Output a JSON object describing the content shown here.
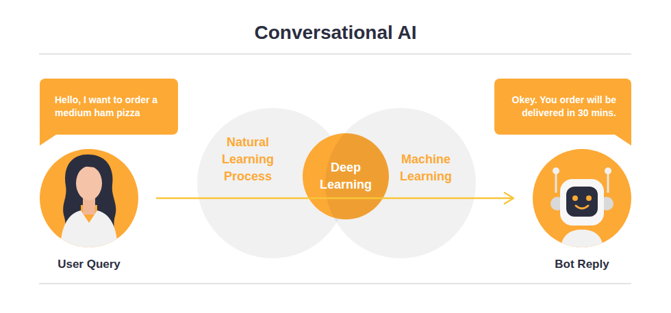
{
  "diagram": {
    "title": "Conversational AI",
    "nodes": [
      {
        "text": [
          "Hello, I want to order a medium ham pizza"
        ]
      },
      {
        "text": [
          "User Query"
        ]
      },
      {
        "text": [
          "Natural Learning Process"
        ]
      },
      {
        "text": [
          "Deep Learning"
        ]
      },
      {
        "text": [
          "Machine Learning"
        ]
      },
      {
        "text": [
          "Okey. You order will be delivered in 30 mins."
        ]
      },
      {
        "text": [
          "Bot Reply"
        ]
      }
    ],
    "edges": [
      {
        "from": 1,
        "to": 6,
        "arrow": "to"
      }
    ]
  }
}
